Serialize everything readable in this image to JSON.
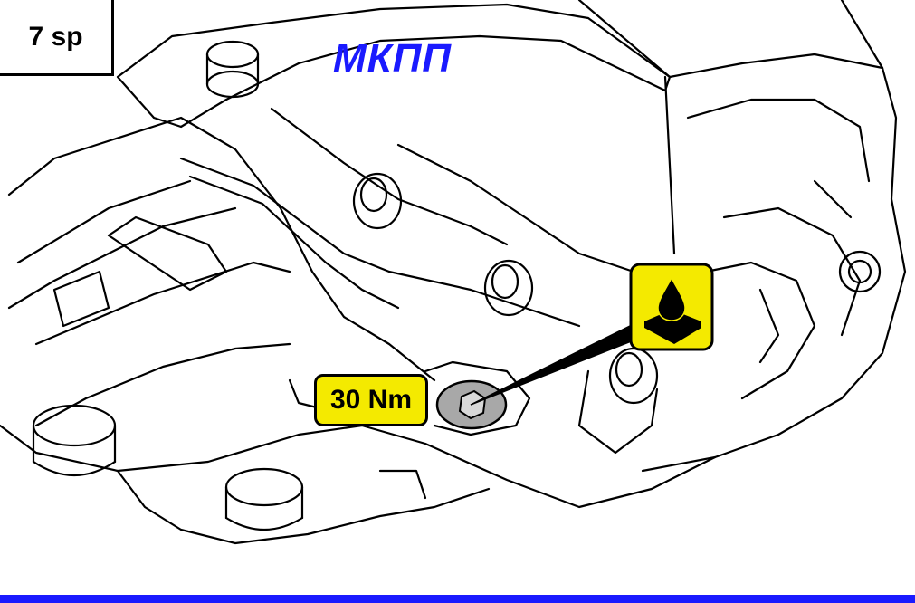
{
  "figure": {
    "variant_label": "7 sp",
    "title": "МКПП",
    "torque_label": "30 Nm",
    "icons": [
      "oil-level-icon",
      "drain-plug-bolt-icon"
    ],
    "colors": {
      "title": "#1a1aff",
      "torque_badge": "#f4ea00",
      "oil_icon_bg": "#f4ea00",
      "rule": "#1a1aff",
      "lines": "#000000",
      "bolt_fill": "#a8a8a8"
    }
  }
}
